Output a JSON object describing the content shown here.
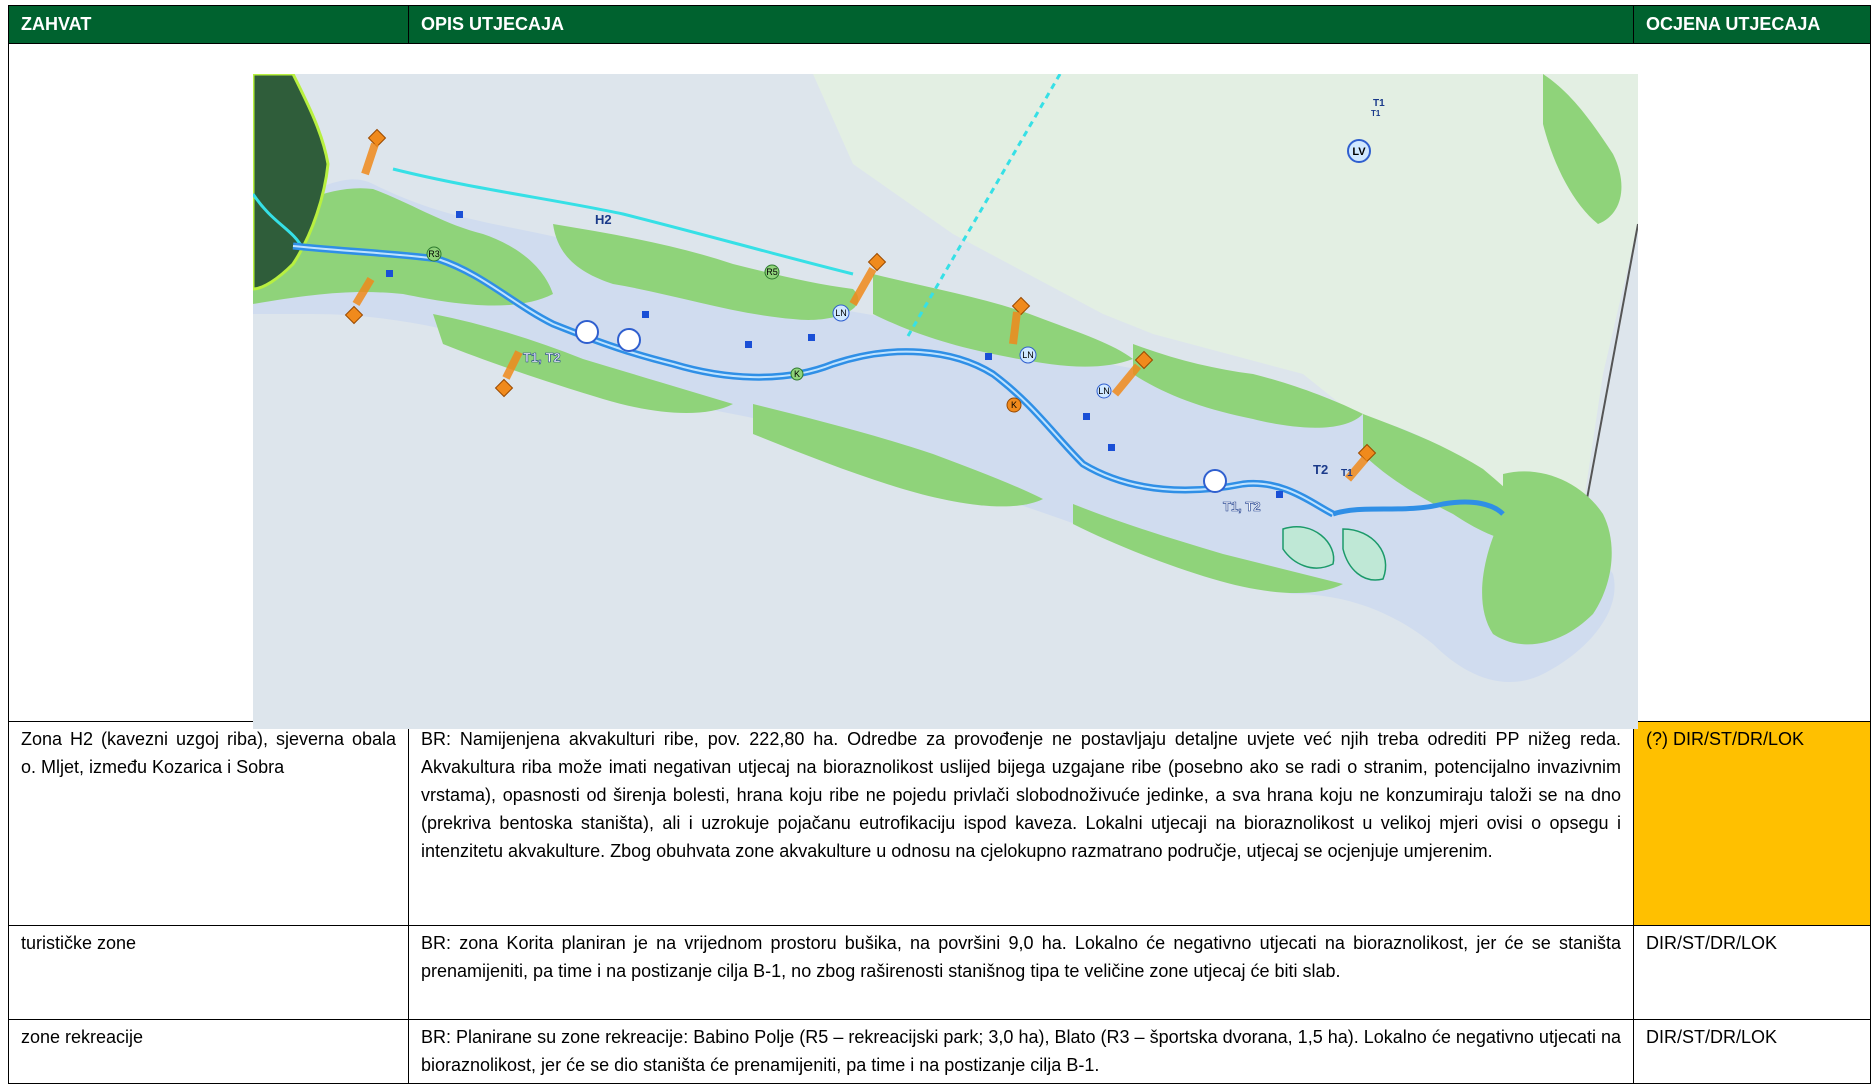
{
  "header": {
    "col1": "ZAHVAT",
    "col2": "OPIS UTJECAJA",
    "col3": "OCJENA UTJECAJA"
  },
  "map": {
    "labels": {
      "h2": "H2",
      "r3": "R3",
      "r5": "R5",
      "ln1": "LN",
      "ln2": "LN",
      "ln3": "LN",
      "k1": "K",
      "k2": "K",
      "lv": "LV",
      "t1a": "T1",
      "t1b": "T1",
      "t2a": "T2",
      "t1t2a": "T1, T2",
      "t1t2b": "T1, T2",
      "t1c": "T1"
    },
    "colors": {
      "sea": "#dde5ec",
      "land": "#d7e4f0",
      "vegetation": "#8fd37a",
      "park": "#2f5d3a",
      "road": "#2f8fe6",
      "coastline_cyan": "#36e0e6",
      "aquaculture": "#f08a1c"
    }
  },
  "rows": [
    {
      "zahvat": "Zona H2 (kavezni uzgoj riba), sjeverna obala o. Mljet, između Kozarica i Sobra",
      "opis": "BR: Namijenjena akvakulturi ribe, pov. 222,80 ha. Odredbe za provođenje ne postavljaju detaljne uvjete već njih treba odrediti PP nižeg reda. Akvakultura riba može imati negativan utjecaj na bioraznolikost uslijed bijega uzgajane ribe (posebno ako se radi o stranim, potencijalno invazivnim vrstama), opasnosti od širenja bolesti, hrana koju ribe ne pojedu privlači slobodnoživuće jedinke, a sva hrana koju ne konzumiraju taloži se na dno (prekriva bentoska staništa), ali i uzrokuje pojačanu eutrofikaciju ispod kaveza. Lokalni utjecaji na bioraznolikost u velikoj mjeri ovisi o opsegu i intenzitetu akvakulture. Zbog obuhvata zone akvakulture u odnosu na cjelokupno razmatrano područje, utjecaj se ocjenjuje umjerenim.",
      "ocjena": "(?) DIR/ST/DR/LOK",
      "rating_color": "#ffc000"
    },
    {
      "zahvat": "turističke zone",
      "opis": "BR: zona Korita planiran je na vrijednom prostoru bušika, na površini 9,0 ha. Lokalno će negativno utjecati na bioraznolikost, jer će se staništa prenamijeniti, pa time i na postizanje cilja B-1, no zbog raširenosti stanišnog tipa te veličine zone utjecaj će biti slab.",
      "ocjena": "DIR/ST/DR/LOK"
    },
    {
      "zahvat": "zone rekreacije",
      "opis": "BR: Planirane su zone rekreacije: Babino Polje (R5 – rekreacijski park; 3,0 ha), Blato (R3 – športska dvorana, 1,5 ha). Lokalno će negativno utjecati na bioraznolikost, jer će se dio staništa će prenamijeniti, pa time i na postizanje cilja B-1.",
      "ocjena": "DIR/ST/DR/LOK"
    }
  ]
}
